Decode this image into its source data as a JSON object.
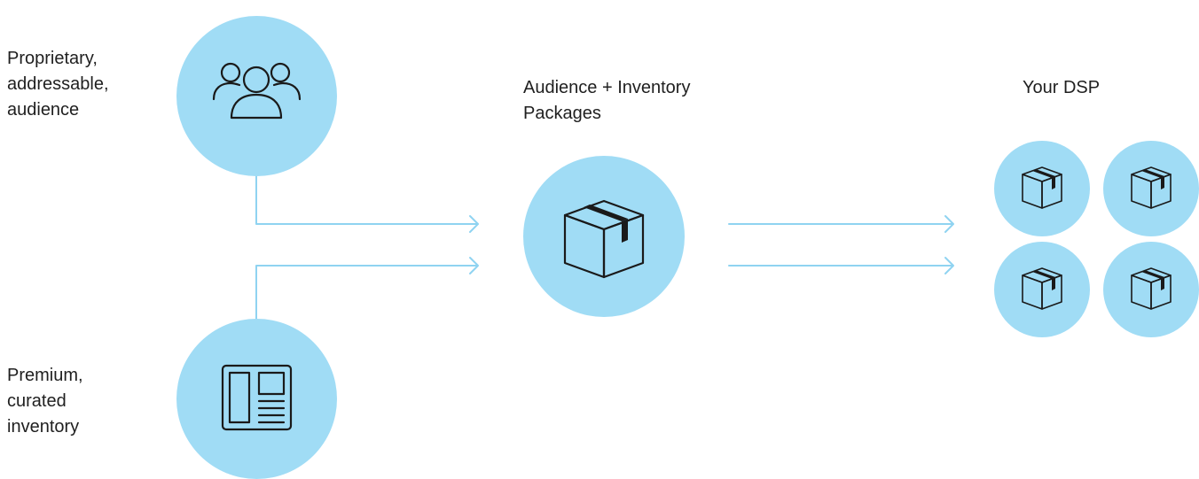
{
  "nodes": {
    "audience": {
      "label": "Proprietary,\naddressable,\naudience",
      "icon": "people-group-icon"
    },
    "inventory": {
      "label": "Premium,\ncurated\ninventory",
      "icon": "newspaper-layout-icon"
    },
    "packages": {
      "label": "Audience + Inventory\nPackages",
      "icon": "package-box-icon"
    },
    "dsp": {
      "label": "Your DSP",
      "icon": "package-box-icon",
      "package_count": 4
    }
  },
  "edges": [
    {
      "from": "audience",
      "to": "packages"
    },
    {
      "from": "inventory",
      "to": "packages"
    },
    {
      "from": "packages",
      "to": "dsp"
    },
    {
      "from": "packages",
      "to": "dsp"
    }
  ],
  "colors": {
    "circle_fill": "#a0dcf5",
    "connector": "#8fd3f1",
    "icon_stroke": "#1a1a1a",
    "text": "#1f1f1f"
  }
}
